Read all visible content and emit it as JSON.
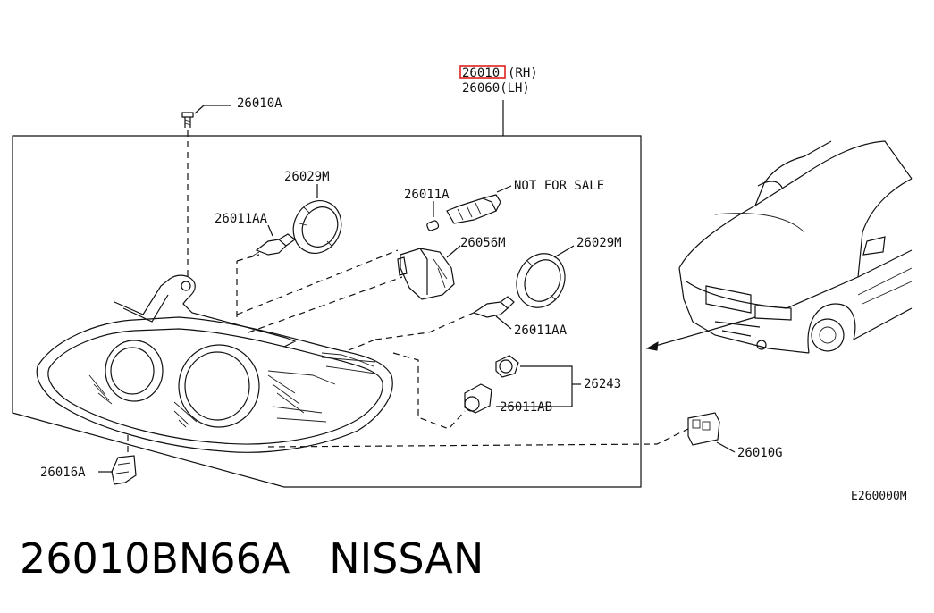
{
  "labels": {
    "rh_part": "26010",
    "rh_suffix": "(RH)",
    "lh": "26060(LH)",
    "screw": "26010A",
    "ring_top": "26029M",
    "ring_right": "26029M",
    "bulb_a": "26011A",
    "not_for_sale": "NOT FOR SALE",
    "bulb_aa_top": "26011AA",
    "socket": "26056M",
    "bulb_aa_right": "26011AA",
    "bulb_ab": "26011AB",
    "socket_group": "26243",
    "clip": "26016A",
    "connector": "26010G",
    "figure_code": "E260000M"
  },
  "footer": {
    "part_number": "26010BN66A",
    "brand": "NISSAN"
  },
  "colors": {
    "line": "#111111",
    "highlight": "#e02020"
  }
}
